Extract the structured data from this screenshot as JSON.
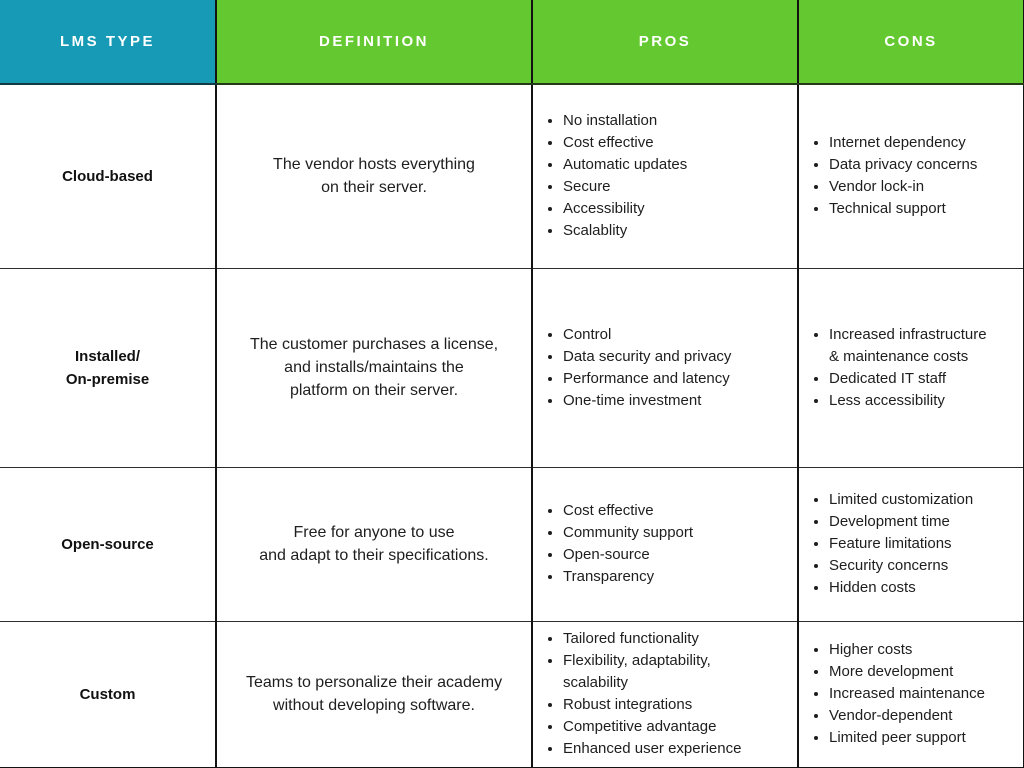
{
  "title": "LMS types comparison table",
  "colors": {
    "header_lms_type_bg": "#179AB5",
    "header_bg": "#64C930",
    "header_text": "#FFFFFF",
    "body_text": "#1E1E1E",
    "border": "#131313",
    "cell_bg": "#FFFFFF"
  },
  "chart_data": {
    "type": "table",
    "columns": [
      "LMS TYPE",
      "DEFINITION",
      "PROS",
      "CONS"
    ],
    "rows": [
      {
        "type": "Cloud-based",
        "definition": "The vendor hosts everything\non their server.",
        "pros": [
          "No installation",
          "Cost effective",
          "Automatic updates",
          "Secure",
          "Accessibility",
          "Scalablity"
        ],
        "cons": [
          "Internet dependency",
          "Data privacy concerns",
          "Vendor lock-in",
          "Technical support"
        ]
      },
      {
        "type": "Installed/\nOn-premise",
        "definition": "The customer purchases a license,\nand installs/maintains the\nplatform on their server.",
        "pros": [
          "Control",
          "Data security and privacy",
          "Performance and latency",
          "One-time investment"
        ],
        "cons": [
          "Increased infrastructure\n& maintenance costs",
          "Dedicated IT staff",
          "Less accessibility"
        ]
      },
      {
        "type": "Open-source",
        "definition": "Free for anyone to use\nand adapt to their specifications.",
        "pros": [
          "Cost effective",
          "Community support",
          "Open-source",
          "Transparency"
        ],
        "cons": [
          "Limited customization",
          "Development time",
          "Feature limitations",
          "Security concerns",
          "Hidden costs"
        ]
      },
      {
        "type": "Custom",
        "definition": "Teams to personalize their academy\nwithout developing software.",
        "pros": [
          "Tailored functionality",
          "Flexibility, adaptability,\nscalability",
          "Robust integrations",
          "Competitive advantage",
          "Enhanced user experience"
        ],
        "cons": [
          "Higher costs",
          "More development",
          "Increased maintenance",
          "Vendor-dependent",
          "Limited peer support"
        ]
      }
    ]
  }
}
